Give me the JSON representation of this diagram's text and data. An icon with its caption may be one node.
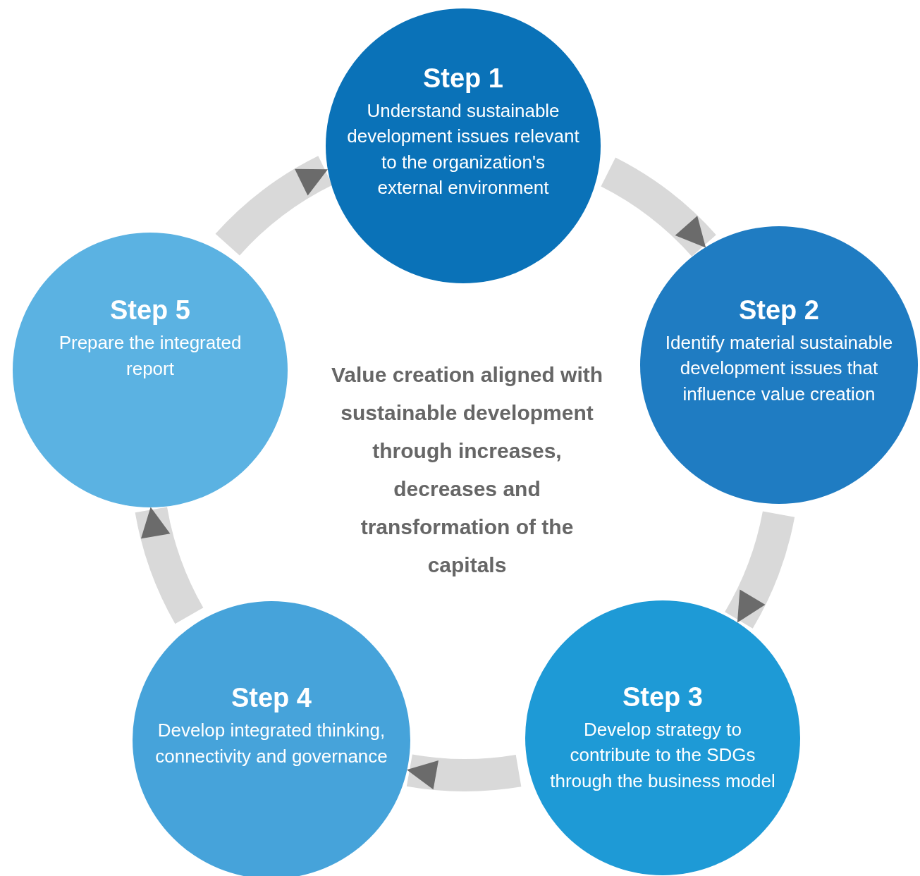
{
  "diagram": {
    "nodes": [
      {
        "text": [
          "Step 1",
          "Understand sustainable development issues relevant to the organization's external environment"
        ]
      },
      {
        "text": [
          "Step 2",
          "Identify material sustainable development issues that influence value creation"
        ]
      },
      {
        "text": [
          "Step 3",
          "Develop strategy to contribute to the SDGs through the business model"
        ]
      },
      {
        "text": [
          "Step 4",
          "Develop integrated thinking, connectivity and governance"
        ]
      },
      {
        "text": [
          "Step 5",
          "Prepare the integrated report"
        ]
      }
    ],
    "edges": [
      {
        "from": 0,
        "to": 1,
        "arrow": "to"
      },
      {
        "from": 1,
        "to": 2,
        "arrow": "to"
      },
      {
        "from": 2,
        "to": 3,
        "arrow": "to"
      },
      {
        "from": 3,
        "to": 4,
        "arrow": "to"
      },
      {
        "from": 4,
        "to": 0,
        "arrow": "to"
      }
    ],
    "labels": [
      "Value creation aligned with sustainable development through increases, decreases and transformation of the capitals"
    ]
  }
}
